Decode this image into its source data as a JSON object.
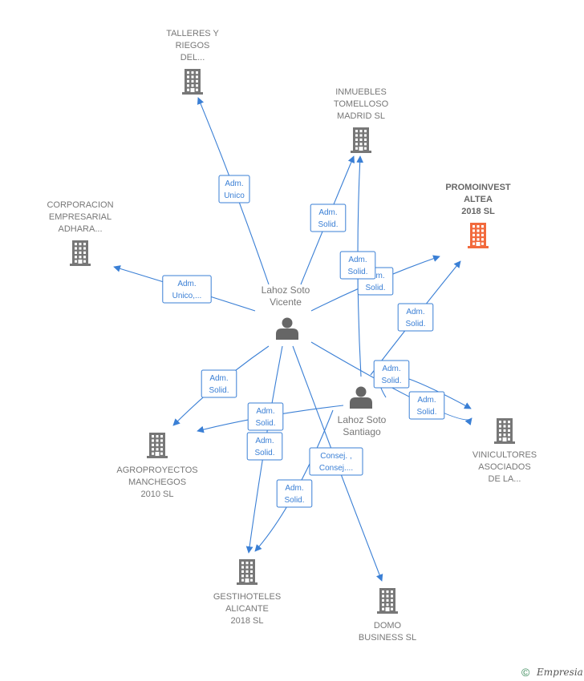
{
  "colors": {
    "edge": "#3a7fd5",
    "building": "#777777",
    "building_highlight": "#f26a3d",
    "person": "#666666"
  },
  "persons": [
    {
      "id": "vicente",
      "lines": [
        "Lahoz Soto",
        "Vicente"
      ],
      "icon": "person-icon"
    },
    {
      "id": "santiago",
      "lines": [
        "Lahoz Soto",
        "Santiago"
      ],
      "icon": "person-icon"
    }
  ],
  "companies": [
    {
      "id": "talleres",
      "lines": [
        "TALLERES Y",
        "RIEGOS",
        "DEL..."
      ],
      "icon": "building-icon"
    },
    {
      "id": "inmuebles",
      "lines": [
        "INMUEBLES",
        "TOMELLOSO",
        "MADRID SL"
      ],
      "icon": "building-icon"
    },
    {
      "id": "promoinvest",
      "lines": [
        "PROMOINVEST",
        "ALTEA",
        "2018  SL"
      ],
      "icon": "building-icon",
      "highlight": true
    },
    {
      "id": "corporacion",
      "lines": [
        "CORPORACION",
        "EMPRESARIAL",
        "ADHARA..."
      ],
      "icon": "building-icon"
    },
    {
      "id": "agroproyectos",
      "lines": [
        "AGROPROYECTOS",
        "MANCHEGOS",
        "2010 SL"
      ],
      "icon": "building-icon"
    },
    {
      "id": "vinicultores",
      "lines": [
        "VINICULTORES",
        "ASOCIADOS",
        "DE LA..."
      ],
      "icon": "building-icon"
    },
    {
      "id": "gestihoteles",
      "lines": [
        "GESTIHOTELES",
        "ALICANTE",
        "2018  SL"
      ],
      "icon": "building-icon"
    },
    {
      "id": "domo",
      "lines": [
        "DOMO",
        "BUSINESS SL"
      ],
      "icon": "building-icon"
    }
  ],
  "relations": [
    {
      "from": "vicente",
      "to": "talleres",
      "label": [
        "Adm.",
        "Unico"
      ]
    },
    {
      "from": "vicente",
      "to": "inmuebles",
      "label": [
        "Adm.",
        "Solid."
      ]
    },
    {
      "from": "vicente",
      "to": "promoinvest",
      "label": [
        "Adm.",
        "Solid."
      ]
    },
    {
      "from": "vicente",
      "to": "corporacion",
      "label": [
        "Adm.",
        "Unico,..."
      ]
    },
    {
      "from": "vicente",
      "to": "agroproyectos",
      "label": [
        "Adm.",
        "Solid."
      ]
    },
    {
      "from": "vicente",
      "to": "vinicultores",
      "label": [
        "Adm.",
        "Solid."
      ]
    },
    {
      "from": "vicente",
      "to": "gestihoteles",
      "label": [
        "Adm.",
        "Solid."
      ]
    },
    {
      "from": "vicente",
      "to": "domo",
      "label": [
        "Consej. ,",
        "Consej...."
      ]
    },
    {
      "from": "santiago",
      "to": "inmuebles",
      "label": [
        "Adm.",
        "Solid."
      ]
    },
    {
      "from": "santiago",
      "to": "promoinvest",
      "label": [
        "Adm.",
        "Solid."
      ]
    },
    {
      "from": "santiago",
      "to": "vinicultores",
      "label": [
        "Adm.",
        "Solid."
      ]
    },
    {
      "from": "santiago",
      "to": "agroproyectos",
      "label": [
        "Adm.",
        "Solid."
      ]
    },
    {
      "from": "santiago",
      "to": "gestihoteles",
      "label": [
        "Adm.",
        "Solid."
      ]
    }
  ],
  "footer": {
    "copyright_symbol": "©",
    "brand": "Empresia",
    "icon": "copyright-icon"
  }
}
